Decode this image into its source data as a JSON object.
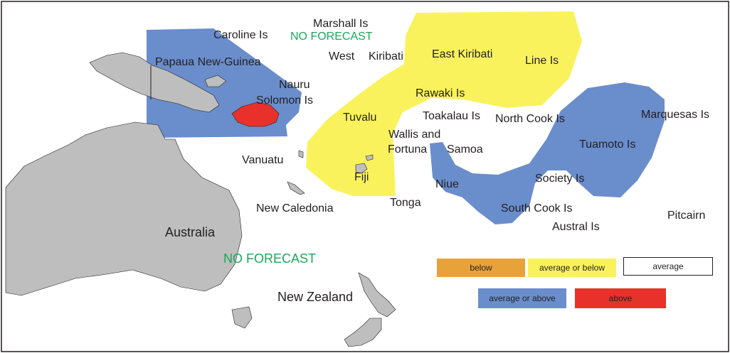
{
  "colors": {
    "land": "#bebebe",
    "below": "#e8a23a",
    "average_or_below": "#faf25c",
    "average": "#ffffff",
    "average_or_above": "#6a8dcc",
    "above": "#e8312a",
    "no_forecast": "#1aa85a",
    "border": "#231f20"
  },
  "labels": {
    "marshall": "Marshall Is",
    "caroline": "Caroline Is",
    "no_forecast_north": "NO FORECAST",
    "png": "Papaua New-Guinea",
    "west_kiribati_1": "West",
    "west_kiribati_2": "Kiribati",
    "east_kiribati": "East Kiribati",
    "line_is": "Line Is",
    "nauru": "Nauru",
    "solomon": "Solomon Is",
    "rawaki": "Rawaki Is",
    "tuvalu": "Tuvalu",
    "tokelau": "Toakalau Is",
    "north_cook": "North Cook Is",
    "marquesas": "Marquesas Is",
    "wallis_1": "Wallis and",
    "wallis_2": "Fortuna",
    "samoa": "Samoa",
    "tuamoto": "Tuamoto Is",
    "vanuatu": "Vanuatu",
    "fiji": "Fiji",
    "niue": "Niue",
    "society": "Society Is",
    "new_caledonia": "New Caledonia",
    "tonga": "Tonga",
    "south_cook": "South Cook Is",
    "austral": "Austral Is",
    "pitcairn": "Pitcairn",
    "australia": "Australia",
    "no_forecast_south": "NO FORECAST",
    "new_zealand": "New Zealand"
  },
  "legend": {
    "below": "below",
    "average_or_below": "average or below",
    "average": "average",
    "average_or_above": "average or above",
    "above": "above"
  }
}
